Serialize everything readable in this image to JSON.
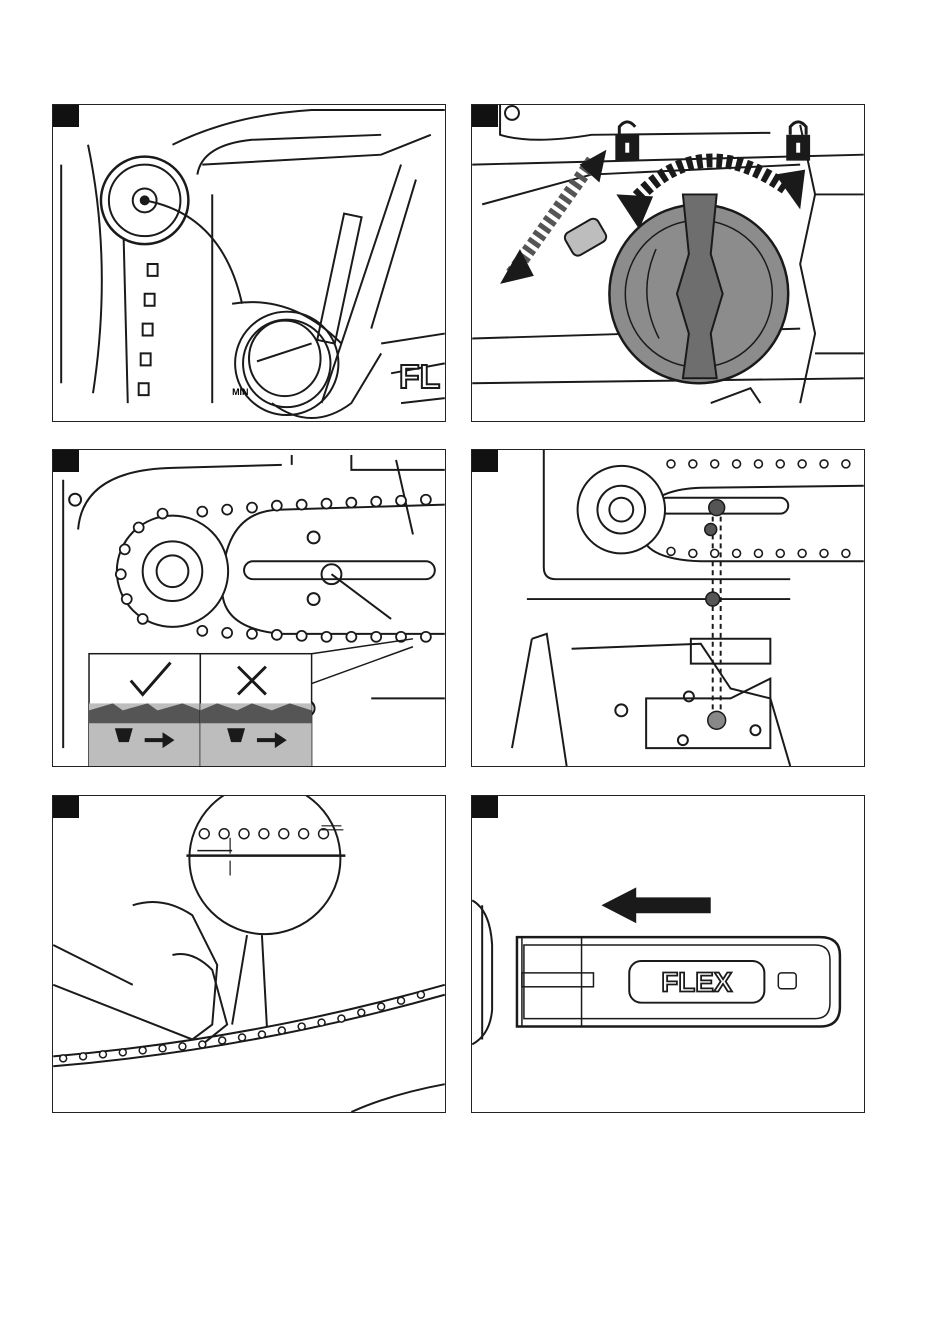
{
  "figures": [
    {
      "id": "fig1",
      "label": "MIN"
    },
    {
      "id": "fig2",
      "label": ""
    },
    {
      "id": "fig3",
      "label": ""
    },
    {
      "id": "fig4",
      "label": ""
    },
    {
      "id": "fig5",
      "label": ""
    },
    {
      "id": "fig6",
      "label": "FLEX"
    }
  ],
  "brand_mark": "FL",
  "icons": [
    "lock-open-icon",
    "lock-closed-icon",
    "check-mark-icon",
    "x-mark-icon",
    "arrow-left-icon"
  ],
  "colors": {
    "line": "#1a1a1a",
    "knob": "#8c8c8c",
    "cover": "#d9d9d9",
    "tab": "#111111"
  }
}
